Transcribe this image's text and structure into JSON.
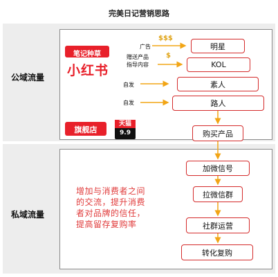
{
  "title": "完美日记营销思路",
  "public": {
    "label": "公域流量",
    "xhs_brand_top": "笔记种草",
    "xhs_brand_logo": "小红书",
    "flagship_label": "旗舰店",
    "tmall_label": "天猫",
    "tmall_sub": "9.9",
    "ad_label": "广告",
    "gift_label_1": "赠送产品",
    "gift_label_2": "指导内容",
    "self_label_1": "自发",
    "self_label_2": "自发",
    "box_star": "明星",
    "box_kol": "KOL",
    "box_koc": "素人",
    "box_passer": "路人",
    "box_buy": "购买产品"
  },
  "private": {
    "label": "私域流量",
    "note_lines": [
      "增加与消费者之间",
      "的交流，提升消费",
      "者对品牌的信任，",
      "提高留存复购率"
    ],
    "box_wechat": "加微信号",
    "box_group": "拉微信群",
    "box_community": "社群运营",
    "box_repurchase": "转化复购"
  },
  "colors": {
    "accent": "#d42a2a",
    "arrow": "#f2a515",
    "band": "#ededed",
    "note": "#e03a3a"
  },
  "icons": [
    "money-bag-icon",
    "arrow-right-icon",
    "arrow-down-icon"
  ]
}
